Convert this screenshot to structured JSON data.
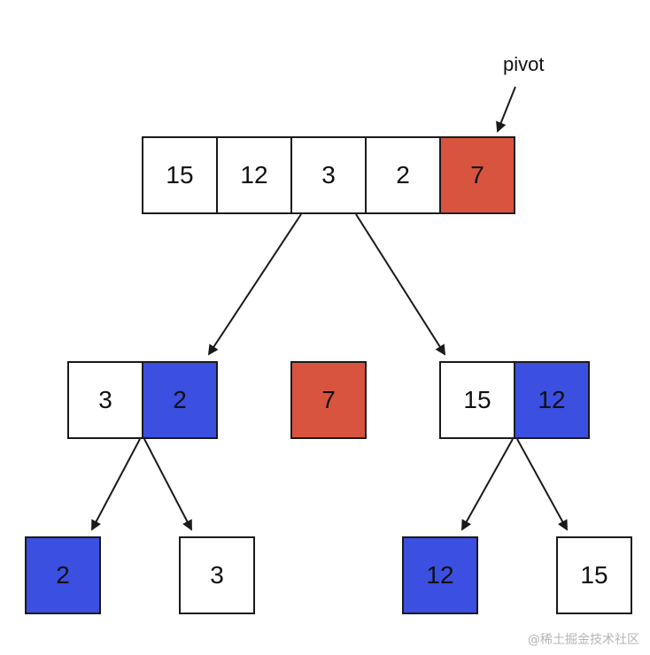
{
  "colors": {
    "pivot": "#d9543f",
    "small": "#3b4fe0",
    "default": "#ffffff",
    "border": "#1a1a1a"
  },
  "pivot_label": "pivot",
  "root_array": [
    "15",
    "12",
    "3",
    "2",
    "7"
  ],
  "level2": {
    "left": [
      "3",
      "2"
    ],
    "middle": [
      "7"
    ],
    "right": [
      "15",
      "12"
    ]
  },
  "level3": {
    "left_a": "2",
    "left_b": "3",
    "right_a": "12",
    "right_b": "15"
  },
  "watermark": "@稀土掘金技术社区"
}
